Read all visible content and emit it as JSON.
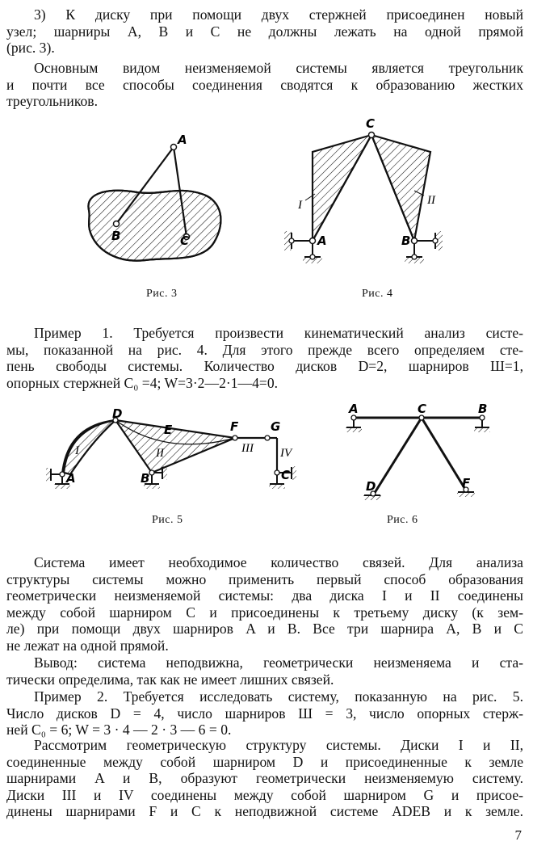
{
  "p1": [
    "3) К диску при помощи двух стержней присоединен новый",
    "узел; шарниры A, B и C не должны лежать на одной прямой",
    "(рис. 3)."
  ],
  "p2": [
    "Основным видом неизменяемой системы является треугольник",
    "и почти все способы соединения сводятся к образованию жестких",
    "треугольников."
  ],
  "fig3": {
    "caption": "Рис. 3",
    "labels": [
      "A",
      "B",
      "C"
    ]
  },
  "fig4": {
    "caption": "Рис. 4",
    "labels": [
      "C",
      "I",
      "II",
      "A",
      "B"
    ]
  },
  "p3": [
    "Пример 1. Требуется произвести кинематический анализ систе-",
    "мы, показанной на рис. 4. Для этого прежде всего определяем сте-",
    "пень свободы системы. Количество дисков D=2, шарниров Ш=1,",
    "опорных стержней C₀ =4; W=3·2—2·1—4=0."
  ],
  "fig5": {
    "caption": "Рис. 5",
    "labels": [
      "D",
      "E",
      "F",
      "G",
      "I",
      "II",
      "III",
      "IV",
      "A",
      "B",
      "C"
    ]
  },
  "fig6": {
    "caption": "Рис. 6",
    "labels": [
      "A",
      "C",
      "B",
      "D",
      "F"
    ]
  },
  "p4": [
    "Система имеет необходимое количество связей.  Для  анализа",
    "структуры системы можно применить первый способ образования",
    "геометрически неизменяемой системы: два диска I и II соединены",
    "между собой шарниром C и присоединены к третьему диску (к зем-",
    "ле) при помощи двух шарниров A и B. Все три шарнира A, B и C",
    "не лежат на одной прямой."
  ],
  "p5": [
    "Вывод: система неподвижна, геометрически неизменяема и ста-",
    "тически определима, так как не имеет лишних связей."
  ],
  "p6": [
    "Пример 2. Требуется исследовать систему, показанную на рис. 5.",
    "Число дисков D = 4, число шарниров Ш = 3, число опорных стерж-",
    "ней C₀ = 6;  W = 3 · 4 — 2 · 3 — 6 = 0."
  ],
  "p7": [
    "Рассмотрим геометрическую структуру системы. Диски I и II,",
    "соединенные между собой шарниром D и присоединенные к земле",
    "шарнирами A и B, образуют геометрически неизменяемую систему.",
    "Диски III и IV соединены между собой  шарниром G  и  присое-",
    "динены шарнирами F и C к неподвижной системе ADEB и к земле."
  ],
  "page_number": "7"
}
